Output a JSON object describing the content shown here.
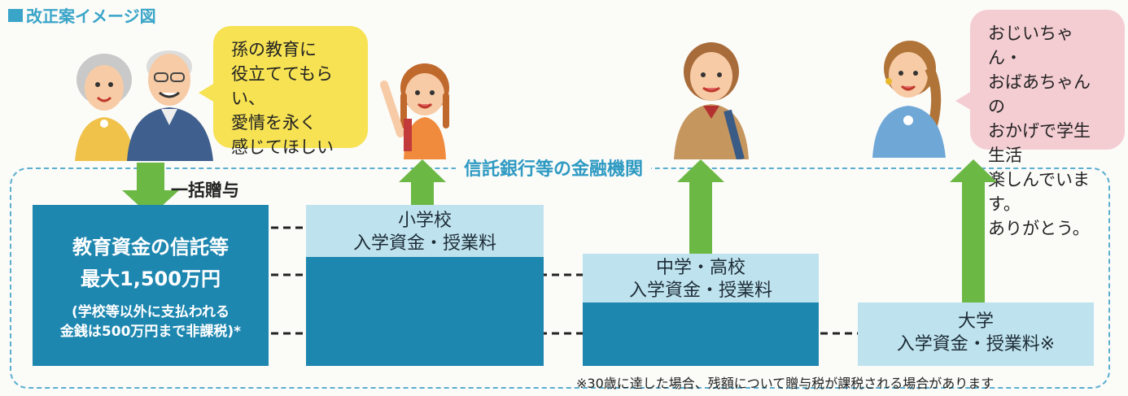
{
  "title": "改正案イメージ図",
  "grandparents_bubble": [
    "孫の教育に",
    "役立ててもらい、",
    "愛情を永く",
    "感じてほしい"
  ],
  "student_bubble": [
    "おじいちゃん・",
    "おばあちゃんの",
    "おかげで学生生活",
    "楽しんでいます。",
    "ありがとう。"
  ],
  "institution_label": "信託銀行等の金融機関",
  "lump_sum_label": "一括贈与",
  "source": {
    "line1": "教育資金の信託等",
    "line2": "最大1,500万円",
    "line3": "(学校等以外に支払われる",
    "line4": "金銭は500万円まで非課税)*"
  },
  "stages": {
    "elementary": {
      "line1": "小学校",
      "line2": "入学資金・授業料"
    },
    "secondary": {
      "line1": "中学・高校",
      "line2": "入学資金・授業料"
    },
    "university": {
      "line1": "大学",
      "line2": "入学資金・授業料※"
    }
  },
  "footnote": "※30歳に達した場合、残額について贈与税が課税される場合があります",
  "colors": {
    "blue": "#1e87b0",
    "light_blue": "#bfe3ee",
    "green": "#6cb845",
    "yellow": "#f6e252",
    "pink": "#f4cdd3"
  }
}
